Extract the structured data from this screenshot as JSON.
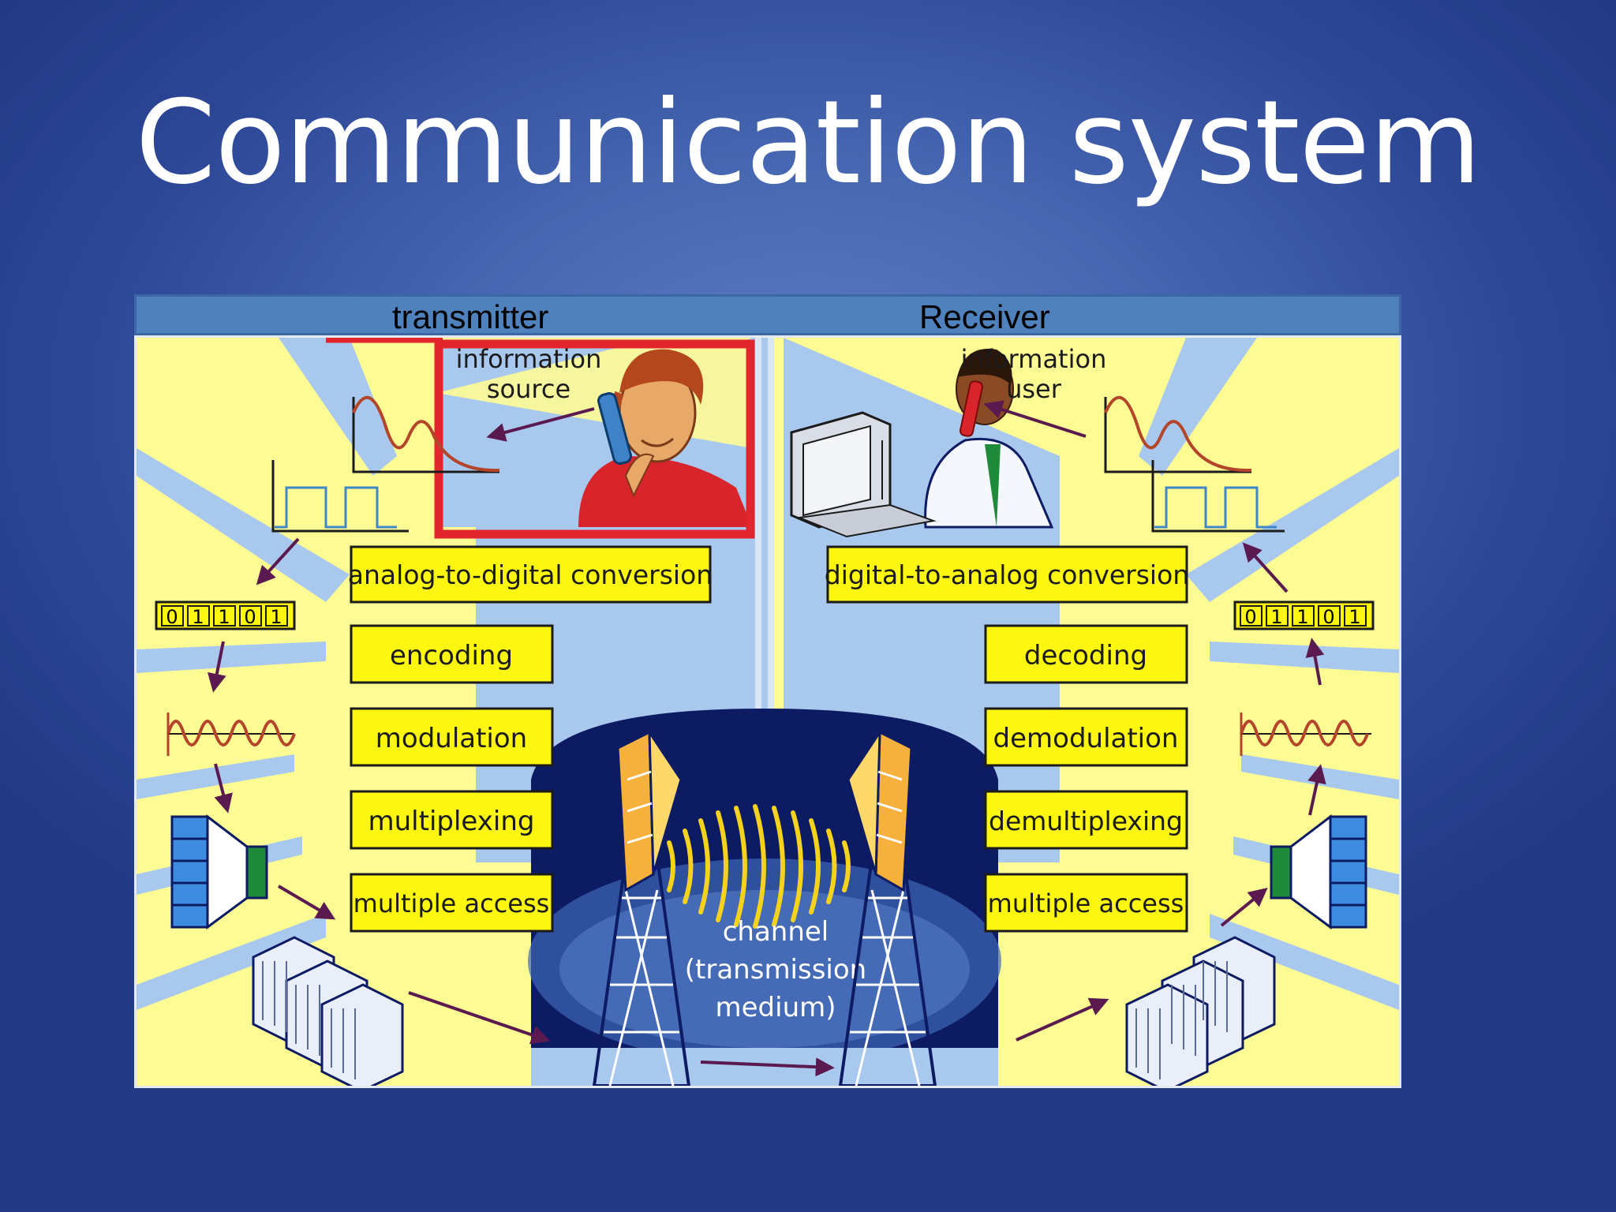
{
  "slide": {
    "title": "Communication system"
  },
  "diagram": {
    "header": {
      "left": "transmitter",
      "right": "Receiver"
    },
    "transmitter": {
      "source_line1": "information",
      "source_line2": "source",
      "blocks": [
        "analog-to-digital conversion",
        "encoding",
        "modulation",
        "multiplexing",
        "multiple access"
      ],
      "bits": [
        "0",
        "1",
        "1",
        "0",
        "1"
      ]
    },
    "receiver": {
      "user_line1": "information",
      "user_line2": "user",
      "blocks": [
        "digital-to-analog conversion",
        "decoding",
        "demodulation",
        "demultiplexing",
        "multiple access"
      ],
      "bits": [
        "0",
        "1",
        "1",
        "0",
        "1"
      ]
    },
    "channel": {
      "line1": "channel",
      "line2": "(transmission",
      "line3": "medium)"
    },
    "colors": {
      "panel_bg": "#fdfb93",
      "beam": "#a9c8ee",
      "block_fill": "#fcf610",
      "dome": "#0d1b63",
      "arrow": "#5b1a4f",
      "highlight": "#e3262e",
      "signal": "#b2452a"
    },
    "icons": [
      "woman-on-phone-icon",
      "man-at-computer-icon",
      "antenna-tower-icon",
      "server-rack-icon",
      "speaker-icon"
    ]
  }
}
